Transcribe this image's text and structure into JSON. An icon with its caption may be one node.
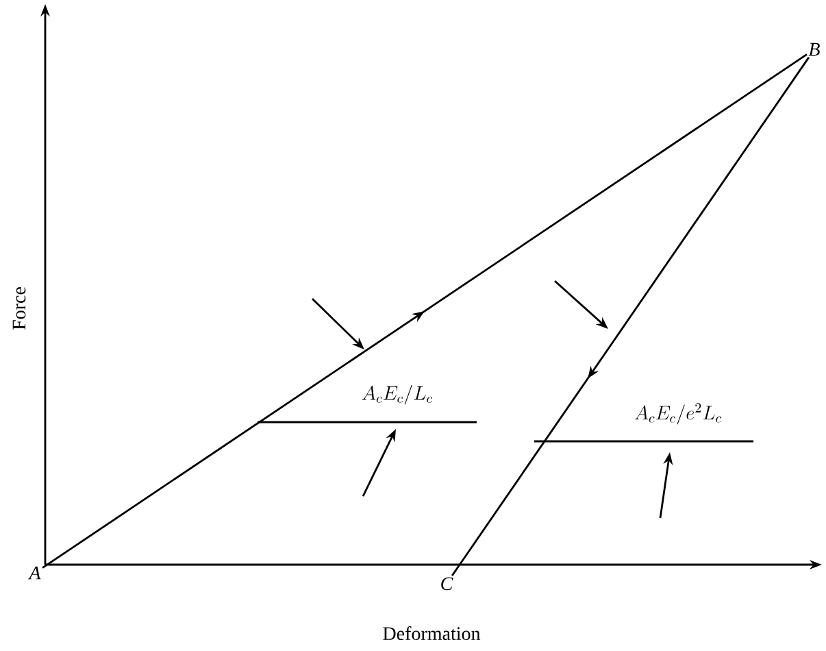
{
  "diagram": {
    "nodes": [
      {
        "text": [
          "A"
        ]
      },
      {
        "text": [
          "B"
        ]
      },
      {
        "text": [
          "C"
        ]
      }
    ],
    "edges": [
      {
        "from": 0,
        "to": 1,
        "arrow": "to"
      },
      {
        "from": 1,
        "to": 2,
        "arrow": "to"
      }
    ],
    "labels": [
      "A_cE_c/L_c",
      "A_cE_c/e^2L_c",
      "Force",
      "Deformation"
    ]
  }
}
